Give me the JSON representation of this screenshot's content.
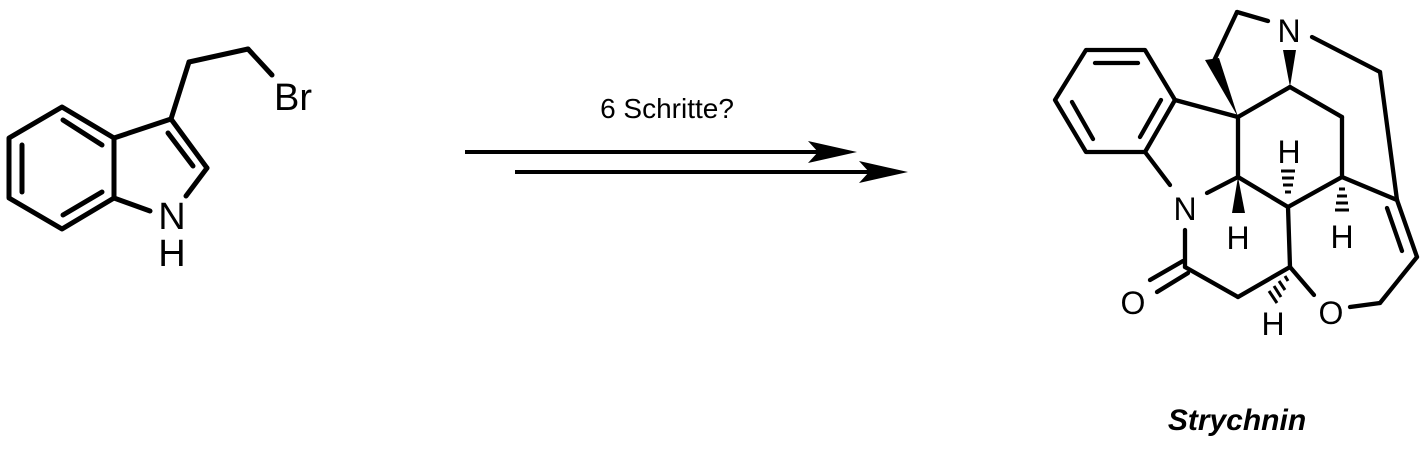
{
  "reactant": {
    "substituent": "Br",
    "ring_n": "N",
    "ring_h": "H"
  },
  "arrow": {
    "condition": "6 Schritte?"
  },
  "product": {
    "name": "Strychnin",
    "n_top": "N",
    "n_amide": "N",
    "o_carbonyl": "O",
    "o_ether": "O",
    "h_labels": [
      "H",
      "H",
      "H",
      "H"
    ]
  }
}
